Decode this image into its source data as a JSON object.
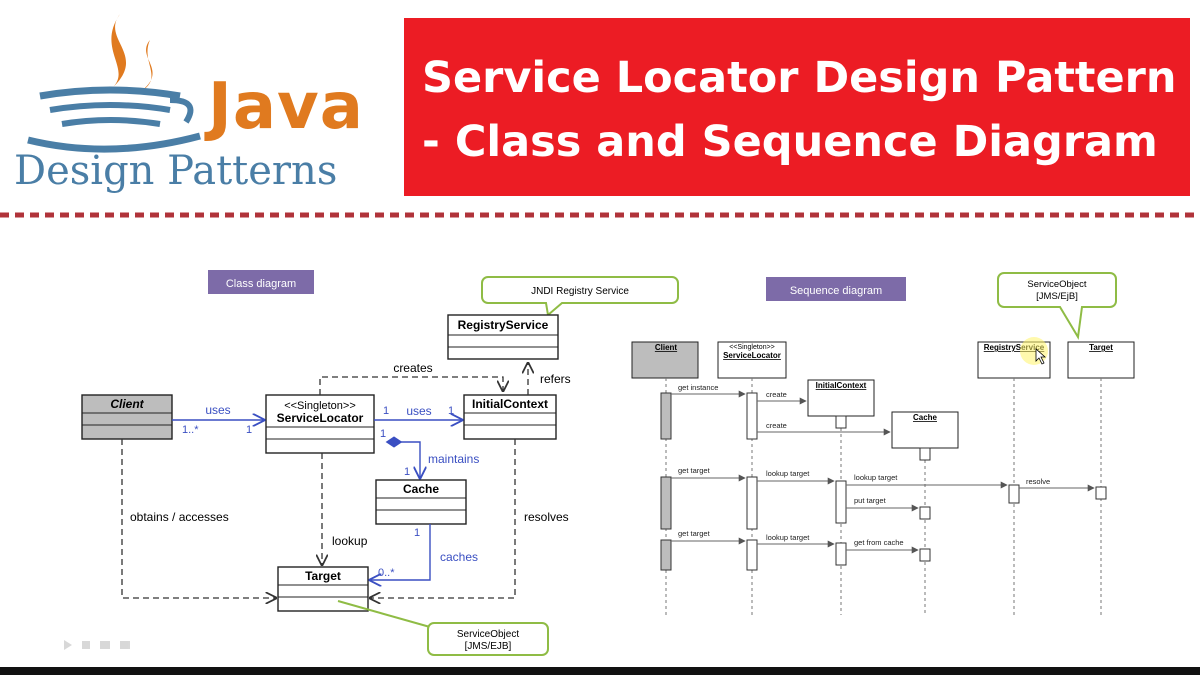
{
  "logo": {
    "word_java": "Java",
    "word_design_patterns": "Design Patterns"
  },
  "banner": {
    "line1": "Service Locator Design Pattern",
    "line2": "- Class and Sequence Diagram",
    "background": "#ec1c24"
  },
  "class_diagram": {
    "tag": "Class diagram",
    "note_jndi": "JNDI Registry Service",
    "note_so_line1": "ServiceObject",
    "note_so_line2": "[JMS/EJB]",
    "registry": "RegistryService",
    "client": "Client",
    "locator_stereo": "<<Singleton>>",
    "locator": "ServiceLocator",
    "initial_context": "InitialContext",
    "cache": "Cache",
    "target": "Target",
    "lbl_uses1": "uses",
    "lbl_uses2": "uses",
    "lbl_creates": "creates",
    "lbl_refers": "refers",
    "lbl_maintains": "maintains",
    "lbl_obtains": "obtains / accesses",
    "lbl_lookup": "lookup",
    "lbl_resolves": "resolves",
    "lbl_caches": "caches",
    "m_client_many": "1..*",
    "m_loc_1a": "1",
    "m_loc_1b": "1",
    "m_ic_1": "1",
    "m_loc_1c": "1",
    "m_cache_1a": "1",
    "m_cache_1b": "1",
    "m_target_many": "0..*"
  },
  "sequence_diagram": {
    "tag": "Sequence diagram",
    "note_line1": "ServiceObject",
    "note_line2": "[JMS/EjB]",
    "client": "Client",
    "locator_stereo": "<<Singleton>>",
    "locator": "ServiceLocator",
    "initial_context": "InitialContext",
    "cache": "Cache",
    "registry": "RegistryService",
    "target": "Target",
    "m_get_instance": "get instance",
    "m_create1": "create",
    "m_create2": "create",
    "m_get_target1": "get target",
    "m_lookup_target1": "lookup target",
    "m_lookup_target2": "lookup target",
    "m_resolve": "resolve",
    "m_put_target": "put target",
    "m_get_target2": "get target",
    "m_lookup_target3": "lookup target",
    "m_get_from_cache": "get from cache"
  },
  "colors": {
    "tag_bg": "#7d6ba8",
    "note_border": "#8fbc45",
    "link_blue": "#3a4fc2",
    "class_fill": "#bdbdbd"
  }
}
